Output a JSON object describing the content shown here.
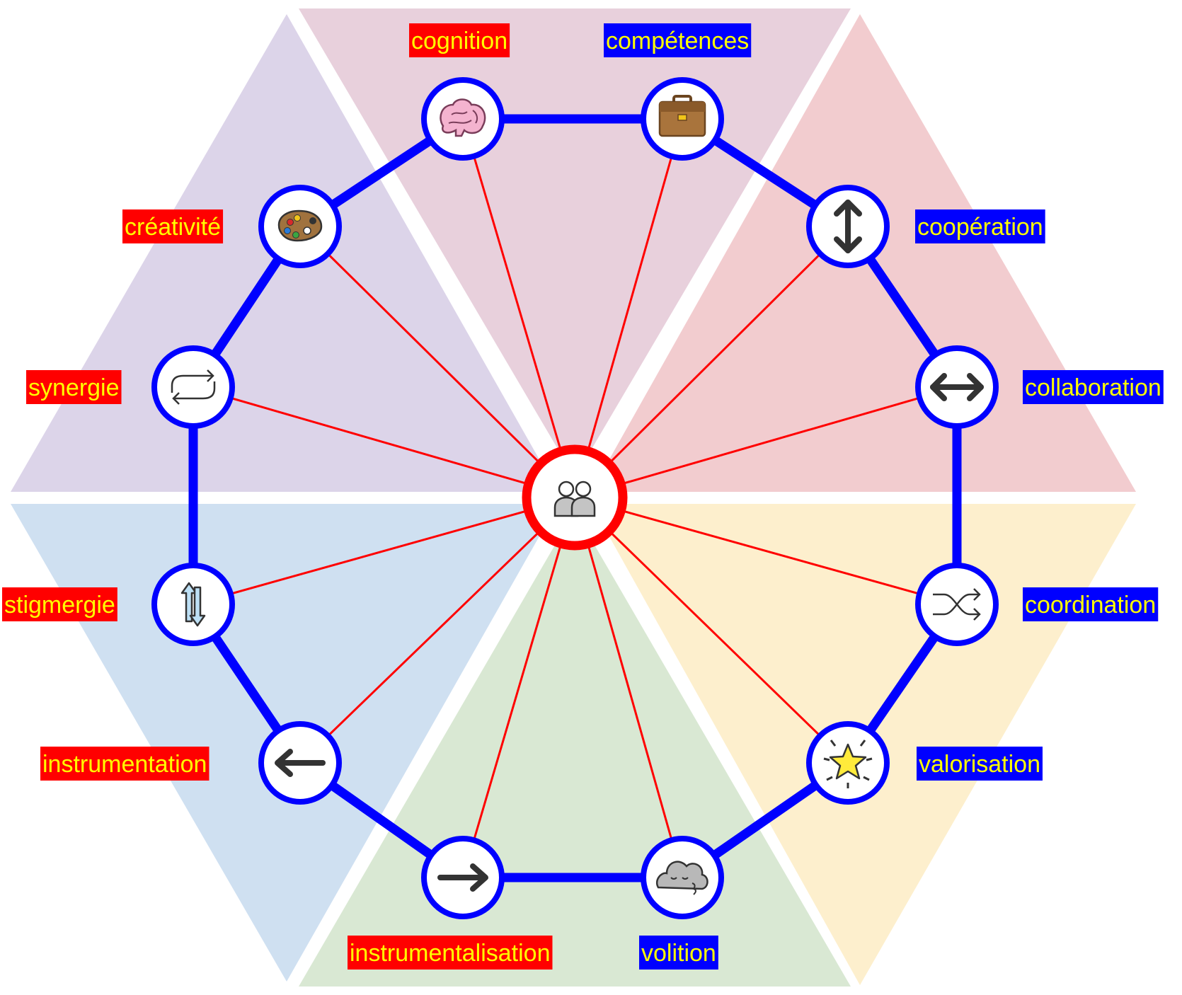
{
  "colors": {
    "sectors": {
      "top": "#e8d0dc",
      "top_right": "#f2cccf",
      "bottom_right": "#fdefcd",
      "bottom": "#d9e8d3",
      "bottom_left": "#cfe0f1",
      "top_left": "#dcd4e9"
    },
    "ring": "#0000ff",
    "spoke": "#ff0000",
    "hub_border": "#ff0000",
    "label_text": "#ffff00",
    "label_bg_red": "#ff0000",
    "label_bg_blue": "#0000ff"
  },
  "hub": {
    "icon": "people-icon"
  },
  "nodes": [
    {
      "id": "cognition",
      "label": "cognition",
      "label_color": "red",
      "icon": "brain-icon"
    },
    {
      "id": "competences",
      "label": "compétences",
      "label_color": "blue",
      "icon": "briefcase-icon"
    },
    {
      "id": "cooperation",
      "label": "coopération",
      "label_color": "blue",
      "icon": "up-down-arrow-icon"
    },
    {
      "id": "collaboration",
      "label": "collaboration",
      "label_color": "blue",
      "icon": "left-right-arrow-icon"
    },
    {
      "id": "coordination",
      "label": "coordination",
      "label_color": "blue",
      "icon": "shuffle-icon"
    },
    {
      "id": "valorisation",
      "label": "valorisation",
      "label_color": "blue",
      "icon": "glowing-star-icon"
    },
    {
      "id": "volition",
      "label": "volition",
      "label_color": "blue",
      "icon": "wind-face-icon"
    },
    {
      "id": "instrumentalisation",
      "label": "instrumentalisation",
      "label_color": "red",
      "icon": "right-arrow-icon"
    },
    {
      "id": "instrumentation",
      "label": "instrumentation",
      "label_color": "red",
      "icon": "left-arrow-icon"
    },
    {
      "id": "stigmergie",
      "label": "stigmergie",
      "label_color": "red",
      "icon": "vertical-arrows-icon"
    },
    {
      "id": "synergie",
      "label": "synergie",
      "label_color": "red",
      "icon": "repeat-icon"
    },
    {
      "id": "creativite",
      "label": "créativité",
      "label_color": "red",
      "icon": "palette-icon"
    }
  ]
}
